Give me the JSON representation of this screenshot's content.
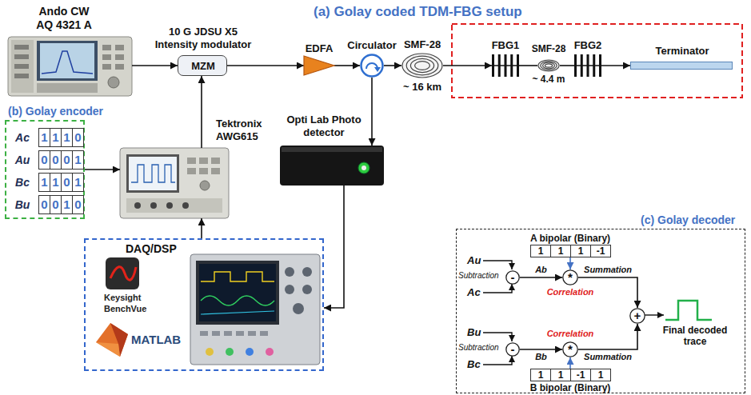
{
  "diagram": {
    "title": "(a) Golay coded TDM-FBG setup",
    "nodes": [
      {
        "text": [
          "Ando CW AQ 4321 A"
        ]
      },
      {
        "text": [
          "10 G JDSU X5 Intensity modulator",
          "MZM"
        ]
      },
      {
        "text": [
          "EDFA"
        ]
      },
      {
        "text": [
          "Circulator"
        ]
      },
      {
        "text": [
          "SMF-28",
          "~ 16 km"
        ]
      },
      {
        "text": [
          "FBG1"
        ]
      },
      {
        "text": [
          "SMF-28",
          "~ 4.4 m"
        ]
      },
      {
        "text": [
          "FBG2"
        ]
      },
      {
        "text": [
          "Terminator"
        ]
      },
      {
        "text": [
          "(b) Golay encoder"
        ]
      },
      {
        "text": [
          "Ac",
          "1",
          "1",
          "1",
          "0"
        ],
        "in": 9
      },
      {
        "text": [
          "Au",
          "0",
          "0",
          "0",
          "1"
        ],
        "in": 9
      },
      {
        "text": [
          "Bc",
          "1",
          "1",
          "0",
          "1"
        ],
        "in": 9
      },
      {
        "text": [
          "Bu",
          "0",
          "0",
          "1",
          "0"
        ],
        "in": 9
      },
      {
        "text": [
          "Tektronix AWG615"
        ]
      },
      {
        "text": [
          "Opti Lab Photo detector"
        ]
      },
      {
        "text": [
          "DAQ/DSP"
        ]
      },
      {
        "text": [
          "(c) Golay decoder"
        ]
      },
      {
        "text": [
          "A bipolar (Binary)",
          "1",
          "1",
          "1",
          "-1"
        ],
        "in": 17
      },
      {
        "text": [
          "-"
        ],
        "in": 17
      },
      {
        "text": [
          "*",
          "Correlation"
        ],
        "in": 17
      },
      {
        "text": [
          "+"
        ],
        "in": 17
      },
      {
        "text": [
          "-"
        ],
        "in": 17
      },
      {
        "text": [
          "*",
          "Correlation"
        ],
        "in": 17
      },
      {
        "text": [
          "1",
          "1",
          "-1",
          "1",
          "B bipolar (Binary)"
        ],
        "in": 17
      }
    ],
    "edges": [
      {
        "from": 0,
        "to": 1,
        "arrow": "to"
      },
      {
        "from": 1,
        "to": 2,
        "arrow": "to"
      },
      {
        "from": 2,
        "to": 3,
        "arrow": "to"
      },
      {
        "from": 3,
        "to": 4,
        "arrow": "to"
      },
      {
        "from": 4,
        "to": 5,
        "arrow": "to"
      },
      {
        "from": 5,
        "to": 6,
        "arrow": "none"
      },
      {
        "from": 6,
        "to": 7,
        "arrow": "none"
      },
      {
        "from": 7,
        "to": 8,
        "arrow": "to"
      },
      {
        "from": 3,
        "to": 15,
        "arrow": "to"
      },
      {
        "from": 15,
        "to": 16,
        "arrow": "to"
      },
      {
        "from": 16,
        "to": 14,
        "arrow": "to"
      },
      {
        "from": 9,
        "to": 14,
        "arrow": "to"
      },
      {
        "from": 14,
        "to": 1,
        "arrow": "to"
      },
      {
        "from": 18,
        "to": 20,
        "arrow": "to"
      },
      {
        "from": 19,
        "to": 20,
        "label": "Ab",
        "arrow": "to"
      },
      {
        "from": 20,
        "to": 21,
        "label": "Summation",
        "arrow": "to"
      },
      {
        "from": 23,
        "to": 21,
        "label": "Summation",
        "arrow": "to"
      },
      {
        "from": 24,
        "to": 23,
        "arrow": "to"
      },
      {
        "from": 22,
        "to": 23,
        "label": "Bb",
        "arrow": "to"
      }
    ],
    "labels": [
      "Au",
      "Ac",
      "Bu",
      "Bc",
      "Subtraction",
      "Subtraction",
      "Final decoded trace",
      "Keysight",
      "BenchVue",
      "MATLAB"
    ]
  }
}
